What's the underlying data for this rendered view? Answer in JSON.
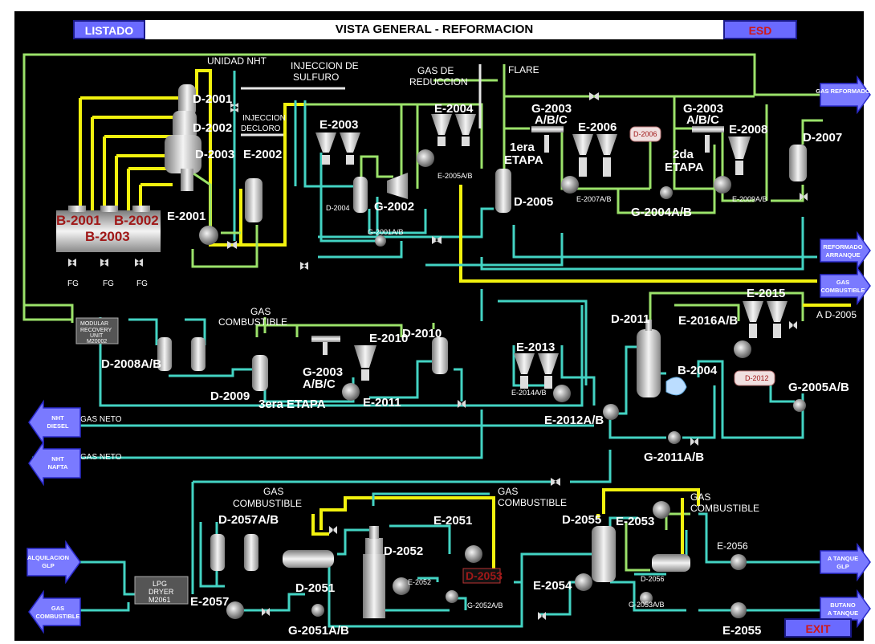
{
  "header": {
    "title": "VISTA GENERAL - REFORMACION",
    "listado_button": "LISTADO",
    "esd_button": "ESD",
    "exit_button": "EXIT"
  },
  "colors": {
    "background": "#000000",
    "button": "#6a6aff",
    "pipe_green": "#9be26a",
    "pipe_cyan": "#43d3c3",
    "pipe_yellow": "#f2f20e",
    "alarm_red": "#a01818"
  },
  "labels": {
    "unidad_nht": "UNIDAD NHT",
    "inyeccion_sulfuro_1": "INJECCION DE",
    "inyeccion_sulfuro_2": "SULFURO",
    "inyeccion_cloro_1": "INJECCION",
    "inyeccion_cloro_2": "DECLORO",
    "gas_reduccion_1": "GAS DE",
    "gas_reduccion_2": "REDUCCION",
    "flare": "FLARE",
    "d2001": "D-2001",
    "d2002": "D-2002",
    "d2003": "D-2003",
    "e2001": "E-2001",
    "e2002": "E-2002",
    "e2003": "E-2003",
    "d2004": "D-2004",
    "g2002": "G-2002",
    "g2001ab": "G-2001A/B",
    "e2004": "E-2004",
    "e2005ab": "E-2005A/B",
    "primera_etapa_1": "1era",
    "primera_etapa_2": "ETAPA",
    "d2005": "D-2005",
    "g2003abc_1": "G-2003",
    "g2003abc_2": "A/B/C",
    "e2006": "E-2006",
    "e2007ab": "E-2007A/B",
    "d2006": "D-2006",
    "segunda_etapa_1": "2da",
    "segunda_etapa_2": "ETAPA",
    "g2004ab": "G-2004A/B",
    "g2003abc_b1": "G-2003",
    "g2003abc_b2": "A/B/C",
    "e2008": "E-2008",
    "e2009ab": "E-2009A/B",
    "d2007": "D-2007",
    "b2001": "B-2001",
    "b2002": "B-2002",
    "b2003": "B-2003",
    "fg1": "FG",
    "fg2": "FG",
    "fg3": "FG",
    "modular_1": "MODULAR",
    "modular_2": "RECOVERY",
    "modular_3": "UNIT",
    "modular_4": "M20002",
    "d2008ab": "D-2008A/B",
    "gas_comb_1a": "GAS",
    "gas_comb_1b": "COMBUSTIBLE",
    "d2009": "D-2009",
    "tercera_etapa": "3era ETAPA",
    "g2003abc_c1": "G-2003",
    "g2003abc_c2": "A/B/C",
    "e2010": "E-2010",
    "e2011": "E-2011",
    "d2010": "D-2010",
    "e2013": "E-2013",
    "e2014ab": "E-2014A/B",
    "d2011": "D-2011",
    "e2012ab": "E-2012A/B",
    "b2004": "B-2004",
    "g2011ab": "G-2011A/B",
    "e2015": "E-2015",
    "e2016ab": "E-2016A/B",
    "d2012": "D-2012",
    "g2005ab": "G-2005A/B",
    "a_d2005": "A D-2005",
    "gas_neto_1": "GAS NETO",
    "gas_neto_2": "GAS NETO",
    "gas_comb_2a": "GAS",
    "gas_comb_2b": "COMBUSTIBLE",
    "d2057ab": "D-2057A/B",
    "d2051": "D-2051",
    "g2051ab": "G-2051A/B",
    "e2057": "E-2057",
    "lpg_1": "LPG",
    "lpg_2": "DRYER",
    "lpg_3": "M2061",
    "d2052": "D-2052",
    "e2051": "E-2051",
    "e2052": "E-2052",
    "d2053": "D-2053",
    "g2052ab": "G-2052A/B",
    "gas_comb_3a": "GAS",
    "gas_comb_3b": "COMBUSTIBLE",
    "d2055": "D-2055",
    "e2053": "E-2053",
    "e2054": "E-2054",
    "d2056": "D-2056",
    "g2053ab": "G-2053A/B",
    "gas_comb_4a": "GAS",
    "gas_comb_4b": "COMBUSTIBLE",
    "e2056": "E-2056",
    "e2055": "E-2055"
  },
  "nav": {
    "gas_reformado": "GAS REFORMADO",
    "reformado_1": "REFORMADO",
    "reformado_2": "ARRANQUE",
    "gas_comb_1": "GAS",
    "gas_comb_2": "COMBUSTIBLE",
    "nht_diesel_1": "NHT",
    "nht_diesel_2": "DIESEL",
    "nht_nafta_1": "NHT",
    "nht_nafta_2": "NAFTA",
    "alq_1": "ALQUILACION",
    "alq_2": "GLP",
    "gas_comb_l1": "GAS",
    "gas_comb_l2": "COMBUSTIBLE",
    "tanque_glp_1": "A TANQUE",
    "tanque_glp_2": "GLP",
    "butano_1": "BUTANO",
    "butano_2": "A TANQUE"
  }
}
